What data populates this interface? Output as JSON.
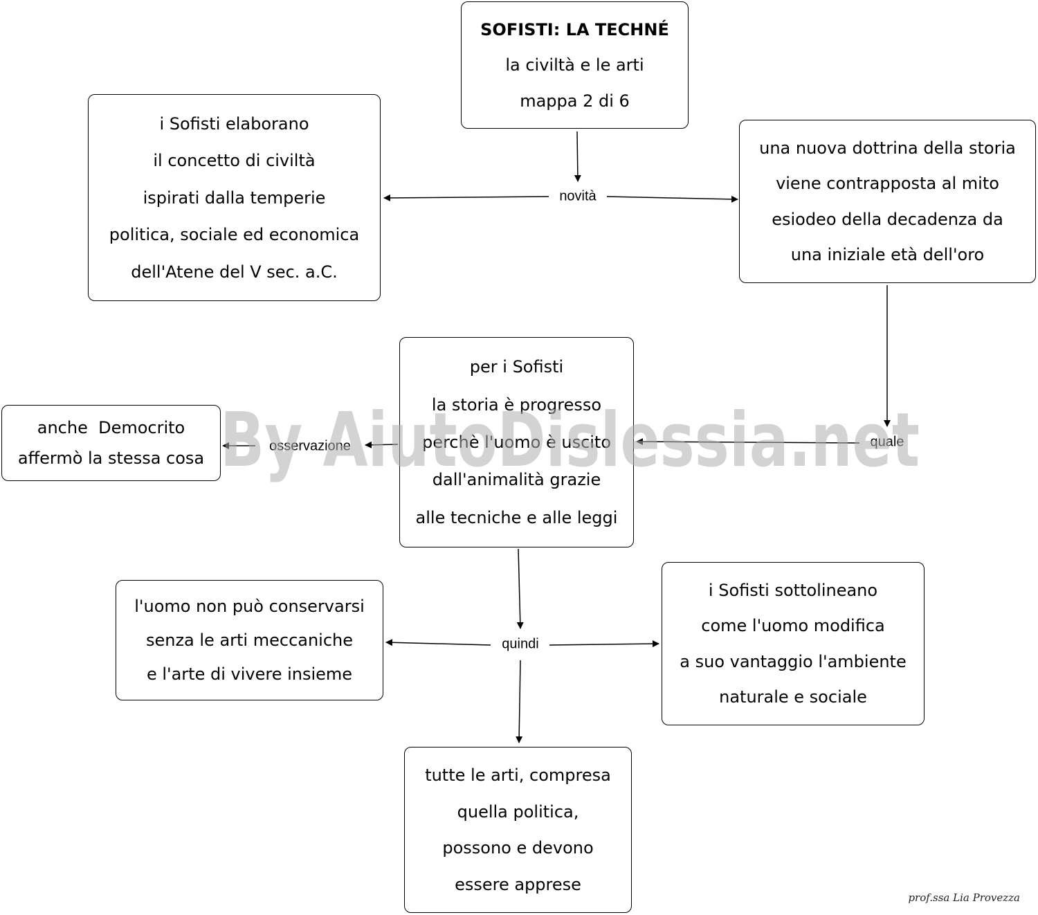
{
  "nodes": {
    "title": {
      "lines": [
        "SOFISTI: LA TECHNÉ",
        "la civiltà e le arti",
        "mappa 2 di 6"
      ]
    },
    "concept": {
      "lines": [
        "i Sofisti elaborano",
        "il concetto di civiltà",
        "ispirati dalla temperie",
        "politica, sociale ed economica",
        "dell'Atene del V sec. a.C."
      ]
    },
    "doctrine": {
      "lines": [
        "una nuova dottrina della storia",
        "viene contrapposta al mito",
        "esiodeo della decadenza da",
        "una iniziale età dell'oro"
      ]
    },
    "progress": {
      "lines": [
        "per i Sofisti",
        "la storia è progresso",
        "perchè l'uomo è uscito",
        "dall'animalità grazie",
        "alle tecniche e alle leggi"
      ]
    },
    "democritus": {
      "lines": [
        "anche  Democrito",
        "affermò la stessa cosa"
      ]
    },
    "arts": {
      "lines": [
        "l'uomo non può conservarsi",
        "senza le arti meccaniche",
        "e l'arte di vivere insieme"
      ]
    },
    "environment": {
      "lines": [
        "i Sofisti sottolineano",
        "come l'uomo modifica",
        "a suo vantaggio l'ambiente",
        "naturale e sociale"
      ]
    },
    "learned": {
      "lines": [
        "tutte le arti, compresa",
        "quella politica,",
        "possono e devono",
        "essere apprese"
      ]
    }
  },
  "connectors": {
    "novita": "novità",
    "quale": "quale",
    "osservazione": "osservazione",
    "quindi": "quindi"
  },
  "watermark": "By AiutoDislessia.net",
  "signature": "prof.ssa Lia Provezza"
}
